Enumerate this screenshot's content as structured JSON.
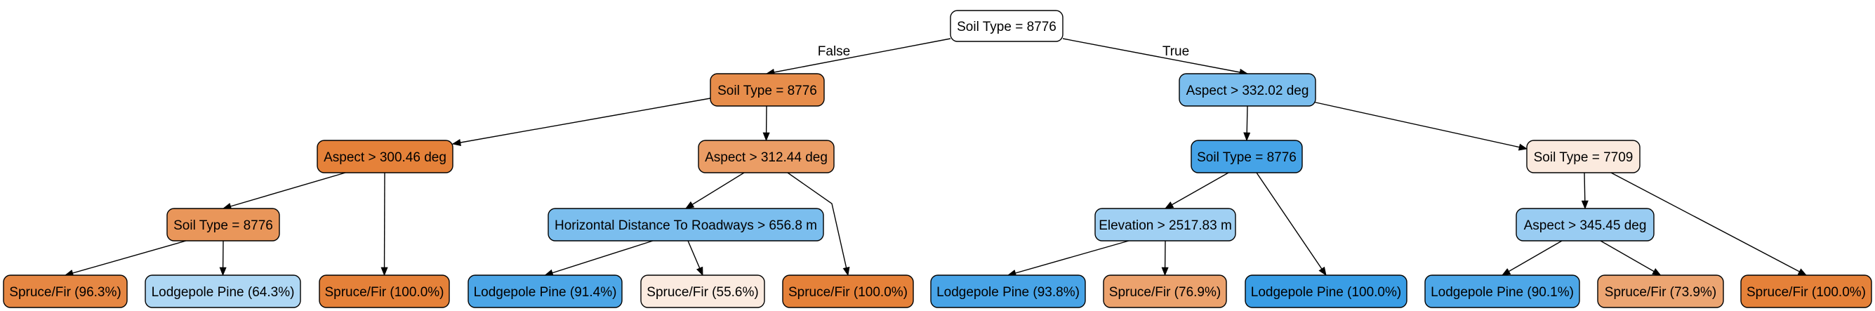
{
  "colors": {
    "spruce_strong": "#e58139",
    "spruce_medium": "#ea9a60",
    "spruce_light": "#efb388",
    "spruce_pale": "#fbeade",
    "neutral": "#ffffff",
    "lodgepole_strong": "#399de5",
    "lodgepole_medium": "#5baee9",
    "lodgepole_light": "#85c2ef",
    "lodgepole_pale": "#a8d4f4",
    "border": "#000000"
  },
  "edge_labels": {
    "false_label": "False",
    "true_label": "True"
  },
  "nodes": {
    "root": {
      "label": "Soil Type = 8776",
      "fill": "#ffffff"
    },
    "n_l": {
      "label": "Soil Type = 8776",
      "fill": "#e78d4b"
    },
    "n_r": {
      "label": "Aspect > 332.02 deg",
      "fill": "#7bbeee"
    },
    "n_ll": {
      "label": "Aspect > 300.46 deg",
      "fill": "#e58139"
    },
    "n_lr": {
      "label": "Aspect > 312.44 deg",
      "fill": "#eb9d65"
    },
    "n_rl": {
      "label": "Soil Type = 8776",
      "fill": "#45a3e7"
    },
    "n_rr": {
      "label": "Soil Type = 7709",
      "fill": "#fbeade"
    },
    "n_lll": {
      "label": "Soil Type = 8776",
      "fill": "#e9965a"
    },
    "n_lrl": {
      "label": "Horizontal Distance To Roadways > 656.8 m",
      "fill": "#7bbeee"
    },
    "n_rll": {
      "label": "Elevation > 2517.83 m",
      "fill": "#a0d0f3"
    },
    "n_rrl": {
      "label": "Aspect > 345.45 deg",
      "fill": "#99ccf2"
    },
    "leaf1": {
      "label": "Spruce/Fir (96.3%)",
      "fill": "#e68743"
    },
    "leaf2": {
      "label": "Lodgepole Pine (64.3%)",
      "fill": "#aed7f4"
    },
    "leaf3": {
      "label": "Spruce/Fir (100.0%)",
      "fill": "#e58139"
    },
    "leaf4": {
      "label": "Lodgepole Pine (91.4%)",
      "fill": "#4ca6e7"
    },
    "leaf5": {
      "label": "Spruce/Fir (55.6%)",
      "fill": "#fbebe0"
    },
    "leaf6": {
      "label": "Spruce/Fir (100.0%)",
      "fill": "#e58139"
    },
    "leaf7": {
      "label": "Lodgepole Pine (93.8%)",
      "fill": "#48a4e7"
    },
    "leaf8": {
      "label": "Spruce/Fir (76.9%)",
      "fill": "#eca26d"
    },
    "leaf9": {
      "label": "Lodgepole Pine (100.0%)",
      "fill": "#399de5"
    },
    "leaf10": {
      "label": "Lodgepole Pine (90.1%)",
      "fill": "#4da7e8"
    },
    "leaf11": {
      "label": "Spruce/Fir (73.9%)",
      "fill": "#eca572"
    },
    "leaf12": {
      "label": "Spruce/Fir (100.0%)",
      "fill": "#e58139"
    }
  }
}
